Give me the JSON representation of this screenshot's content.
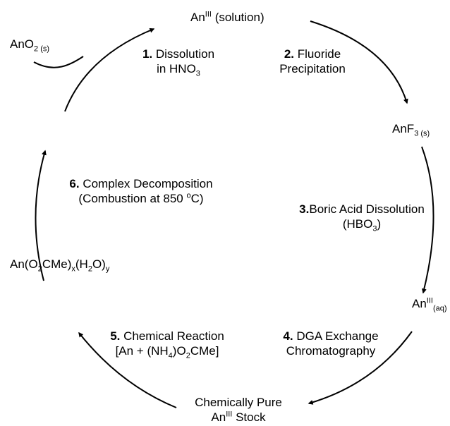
{
  "species": {
    "an_solution": {
      "base": "An",
      "sup": "III",
      "tail": " (solution)"
    },
    "ano2": {
      "base": "AnO",
      "sub": "2 (s)"
    },
    "anf3": {
      "base": "AnF",
      "sub": "3 (s)"
    },
    "an_aq": {
      "base": "An",
      "sup": "III",
      "sub": "(aq)"
    },
    "pure_stock": {
      "line1": "Chemically Pure",
      "line2_base": "An",
      "line2_sup": "III",
      "line2_tail": " Stock"
    },
    "acetate_complex": {
      "base": "An(O",
      "sub1": "2",
      "mid": "CMe)",
      "sub2": "x",
      "mid2": "(H",
      "sub3": "2",
      "mid3": "O)",
      "sub4": "y"
    }
  },
  "steps": [
    {
      "num": "1.",
      "line1": "Dissolution",
      "line2_pre": "in HNO",
      "line2_sub": "3"
    },
    {
      "num": "2.",
      "line1": "Fluoride",
      "line2": "Precipitation"
    },
    {
      "num": "3.",
      "line1": "Boric Acid Dissolution",
      "line2_pre": "(HBO",
      "line2_sub": "3",
      "line2_post": ")"
    },
    {
      "num": "4.",
      "line1": "DGA Exchange",
      "line2": "Chromatography"
    },
    {
      "num": "5.",
      "line1": "Chemical Reaction",
      "line2_pre": "[An + (NH",
      "line2_sub1": "4",
      "line2_mid": ")O",
      "line2_sub2": "2",
      "line2_post": "CMe]"
    },
    {
      "num": "6.",
      "line1": "Complex Decomposition",
      "line2_pre": "(Combustion at 850 ",
      "line2_sup": "o",
      "line2_post": "C)"
    }
  ],
  "colors": {
    "ink": "#000000",
    "background": "#ffffff"
  }
}
